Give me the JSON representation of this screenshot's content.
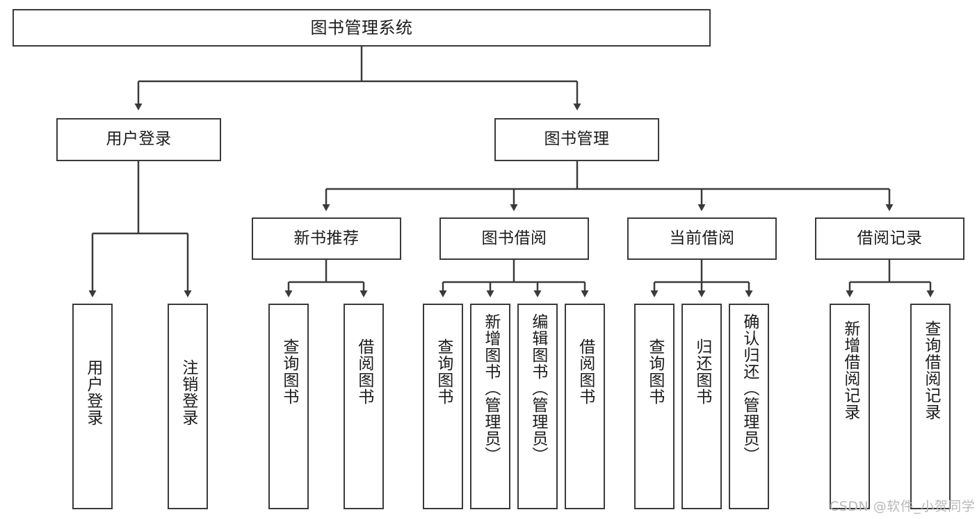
{
  "diagram": {
    "title": "图书管理系统",
    "type": "tree-hierarchy-diagram",
    "watermark": "CSDN @软件_小贺同学",
    "colors": {
      "background": "#ffffff",
      "box_border": "#3a3a3a",
      "box_fill": "#ffffff",
      "connector": "#3a3a3a",
      "text": "#1b1b1b",
      "watermark": "#b9b9b9"
    },
    "nodes": {
      "root": {
        "label": "图书管理系统"
      },
      "level2": [
        {
          "label": "用户登录"
        },
        {
          "label": "图书管理"
        }
      ],
      "level3": [
        {
          "label": "新书推荐"
        },
        {
          "label": "图书借阅"
        },
        {
          "label": "当前借阅"
        },
        {
          "label": "借阅记录"
        }
      ],
      "leaves": {
        "user_login": [
          {
            "label": "用户登录"
          },
          {
            "label": "注销登录"
          }
        ],
        "new_book_recommend": [
          {
            "label": "查询图书"
          },
          {
            "label": "借阅图书"
          }
        ],
        "book_borrow": [
          {
            "label": "查询图书"
          },
          {
            "label": "新增图书（管理员）"
          },
          {
            "label": "编辑图书（管理员）"
          },
          {
            "label": "借阅图书"
          }
        ],
        "current_borrow": [
          {
            "label": "查询图书"
          },
          {
            "label": "归还图书"
          },
          {
            "label": "确认归还（管理员）"
          }
        ],
        "borrow_record": [
          {
            "label": "新增借阅记录"
          },
          {
            "label": "查询借阅记录"
          }
        ]
      }
    }
  }
}
